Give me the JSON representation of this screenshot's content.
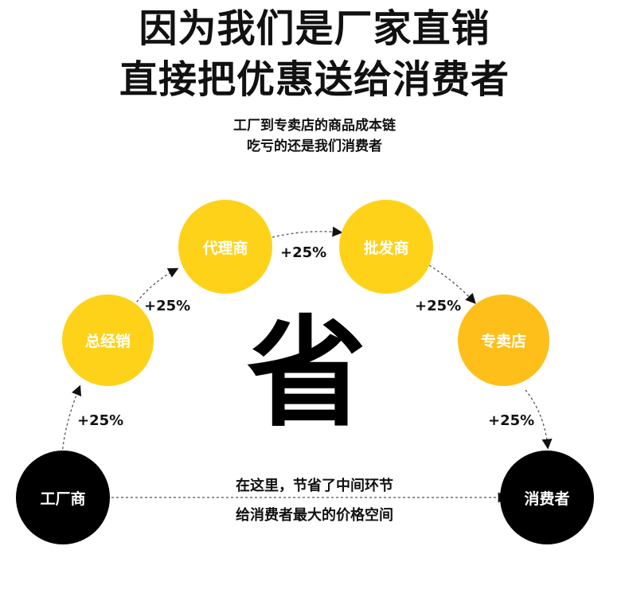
{
  "headline": {
    "line1": "因为我们是厂家直销",
    "line2": "直接把优惠送给消费者"
  },
  "subhead": {
    "line1": "工厂到专卖店的商品成本链",
    "line2": "吃亏的还是我们消费者"
  },
  "nodes": {
    "factory": "工厂商",
    "general_agent": "总经销",
    "agent": "代理商",
    "wholesaler": "批发商",
    "store": "专卖店",
    "consumer": "消费者"
  },
  "markups": {
    "factory_to_general": "+25%",
    "general_to_agent": "+25%",
    "agent_to_wholesaler": "+25%",
    "wholesaler_to_store": "+25%",
    "store_to_consumer": "+25%"
  },
  "center_char": "省",
  "bottom_note": {
    "line1": "在这里，节省了中间环节",
    "line2": "给消费者最大的价格空间"
  },
  "colors": {
    "yellow_node": "#ffd21a",
    "orange_node": "#ffbf1a",
    "dark_node": "#000000"
  }
}
